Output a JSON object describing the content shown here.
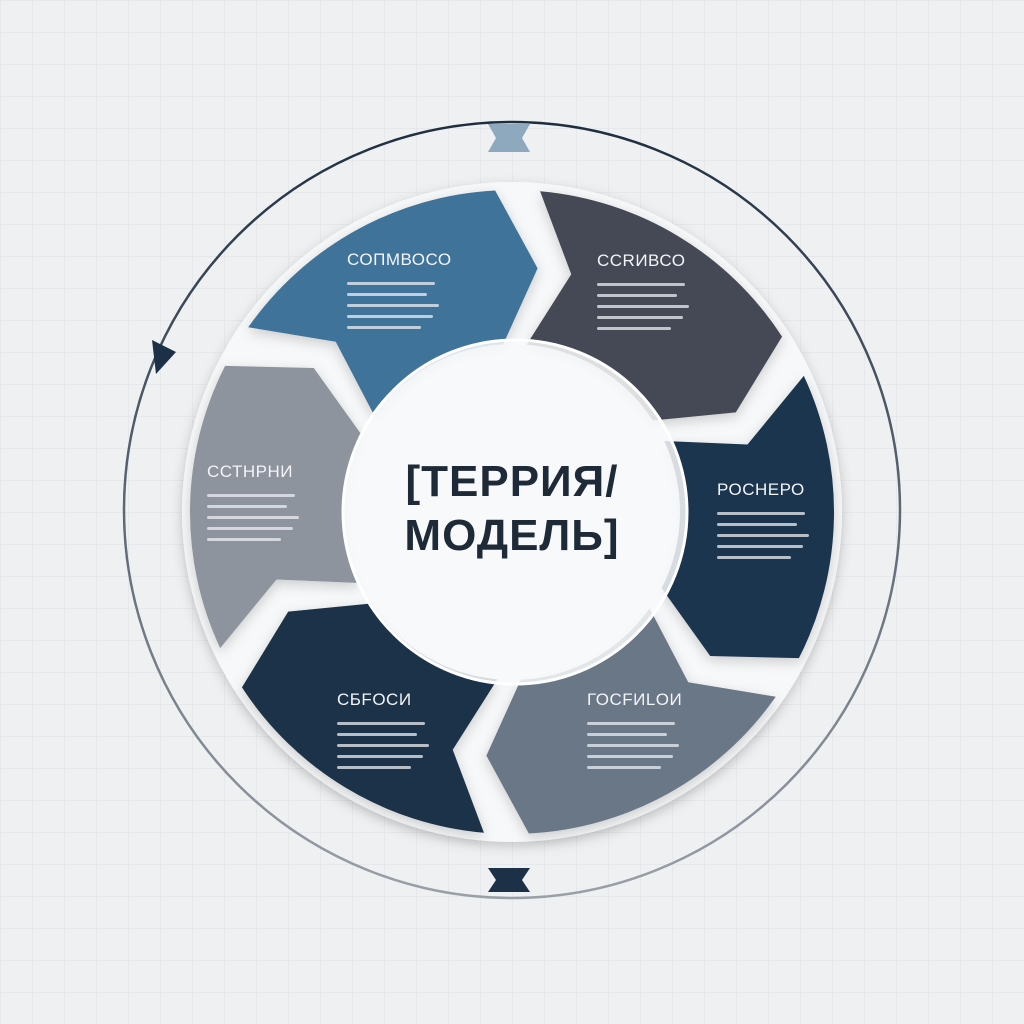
{
  "center": {
    "title": "[ТЕРРИЯ/ МОДЕЛЬ]"
  },
  "segments": [
    {
      "label": "СОПМВОСО",
      "color": "#3f7399"
    },
    {
      "label": "ССRИВСО",
      "color": "#454a55"
    },
    {
      "label": "РОСНЕРО",
      "color": "#1c3550"
    },
    {
      "label": "ГОСFИLОИ",
      "color": "#6b7787"
    },
    {
      "label": "СБFОСИ",
      "color": "#1c3048"
    },
    {
      "label": "ССТНРНИ",
      "color": "#8e949e"
    }
  ],
  "colors": {
    "ring": "#2a3a4c",
    "marker_top": "#8ea9bd",
    "marker_bottom": "#1c3048",
    "background": "#eef0f2"
  }
}
